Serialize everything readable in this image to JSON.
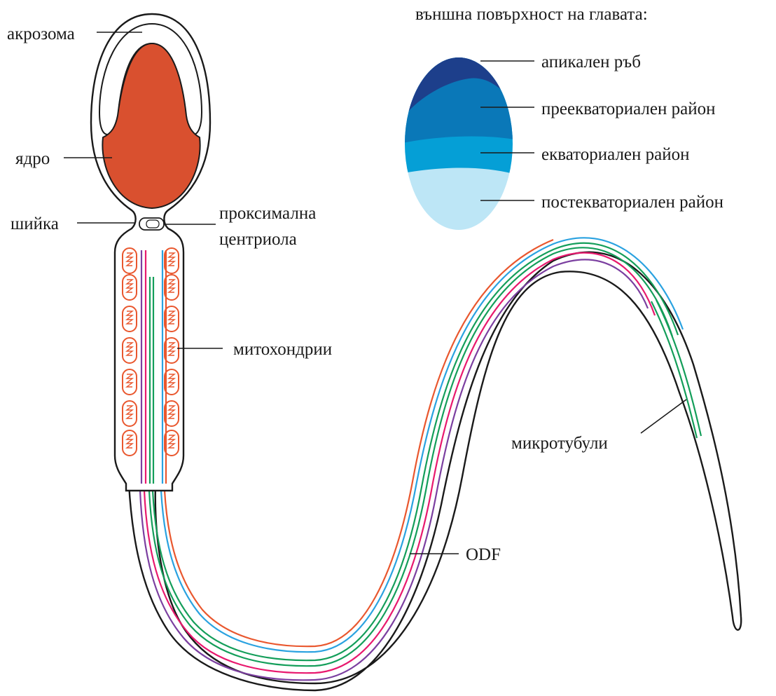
{
  "labels": {
    "acrosome": "акрозома",
    "nucleus": "ядро",
    "neck": "шийка",
    "proximal_centriole_line1": "проксимална",
    "proximal_centriole_line2": "центриола",
    "mitochondria": "митохондрии",
    "microtubules": "микротубули",
    "odf": "ODF"
  },
  "head_surface": {
    "title": "външна повърхност на главата:",
    "regions": [
      {
        "label": "апикален ръб",
        "color": "#1d3f8b"
      },
      {
        "label": "преекваториален район",
        "color": "#0a78b8"
      },
      {
        "label": "екваториален район",
        "color": "#059fd6"
      },
      {
        "label": "постекваториален район",
        "color": "#bde6f6"
      }
    ]
  },
  "colors": {
    "nucleus": "#d9502f",
    "mitochondria": "#e9572e",
    "outline": "#1a1a1a",
    "axoneme_strands": [
      "#7b3fa0",
      "#e8196e",
      "#149e5a",
      "#2aa2e0",
      "#e9572e"
    ]
  }
}
